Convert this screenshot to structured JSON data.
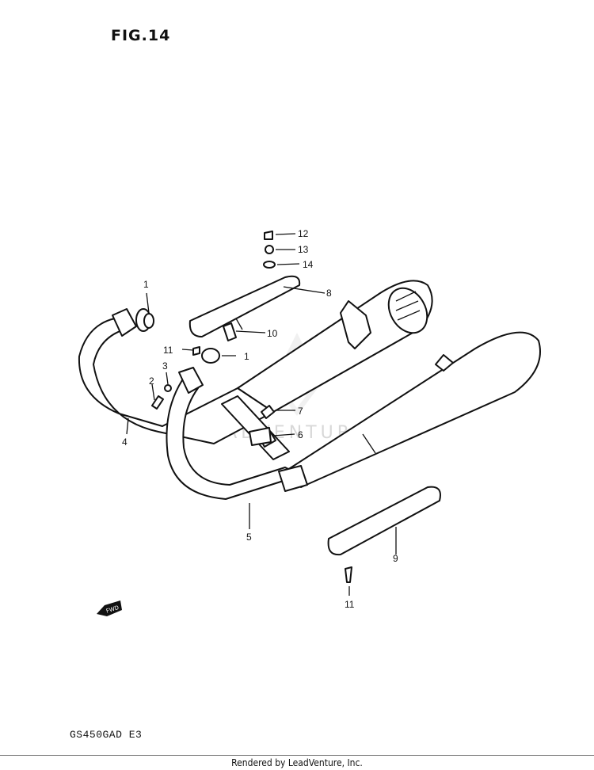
{
  "figure": {
    "title": "FIG.14"
  },
  "model": {
    "code": "GS450GAD  E3"
  },
  "footer": {
    "text": "Rendered by LeadVenture, Inc."
  },
  "watermark": {
    "text": "LEADVENTURE"
  },
  "fwd_badge": {
    "text": "FWD"
  },
  "callouts": [
    "1",
    "1",
    "2",
    "3",
    "4",
    "5",
    "6",
    "7",
    "8",
    "9",
    "10",
    "11",
    "11",
    "12",
    "13",
    "14"
  ]
}
